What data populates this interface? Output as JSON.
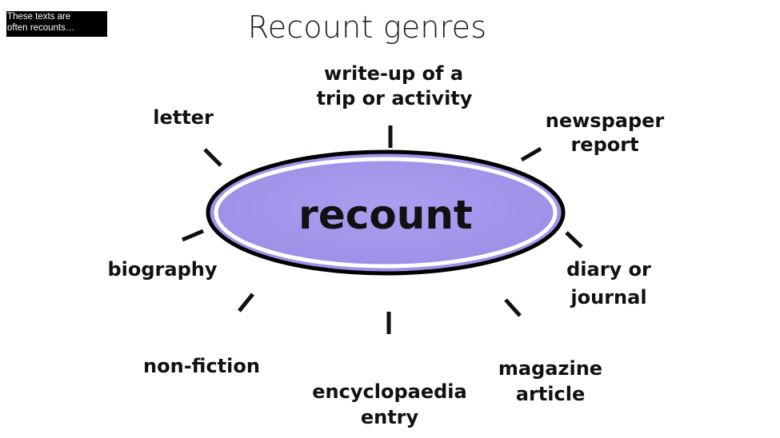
{
  "note": {
    "line1": "These texts are",
    "line2": "often recounts…"
  },
  "title": "Recount genres",
  "center": {
    "label": "recount",
    "fill_color": "#9b8ee6",
    "outline_color": "#000000"
  },
  "genres": {
    "trip": {
      "line1": "write-up of a",
      "line2": "trip or activity"
    },
    "letter": {
      "line1": "letter"
    },
    "newspaper": {
      "line1": "newspaper",
      "line2": "report"
    },
    "biography": {
      "line1": "biography"
    },
    "diary": {
      "line1": "diary or",
      "line2": "journal"
    },
    "nonfiction": {
      "line1": "non-fiction"
    },
    "encyclopaedia": {
      "line1": "encyclopaedia",
      "line2": "entry"
    },
    "magazine": {
      "line1": "magazine",
      "line2": "article"
    }
  }
}
